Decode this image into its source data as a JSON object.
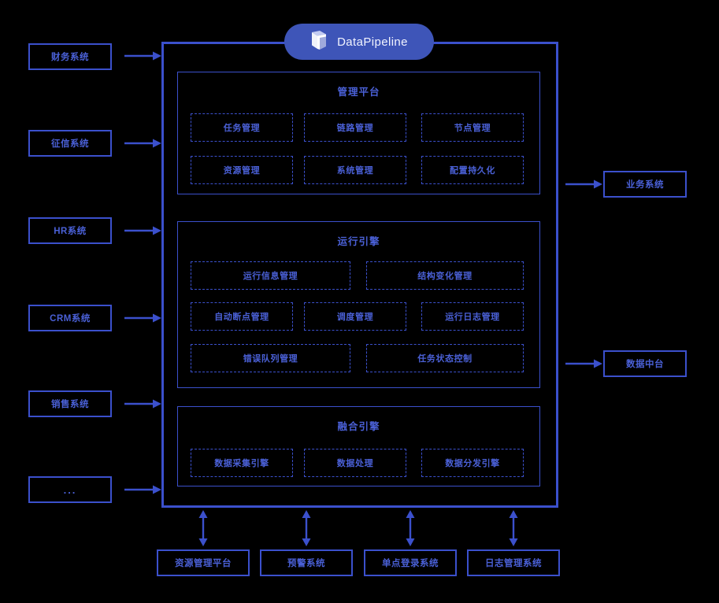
{
  "header": {
    "brand": "DataPipeline",
    "logo_icon": "pipeline-cube-icon",
    "accent_color": "#3e55b8"
  },
  "colors": {
    "line": "#3b50cc",
    "text": "#4a60d6",
    "background": "#000000",
    "pill": "#3e55b8"
  },
  "sources": {
    "title": "",
    "items": [
      {
        "label": "财务系统",
        "arrow": "arrow-right-icon"
      },
      {
        "label": "征信系统",
        "arrow": "arrow-right-icon"
      },
      {
        "label": "HR系统",
        "arrow": "arrow-right-icon"
      },
      {
        "label": "CRM系统",
        "arrow": "arrow-right-icon"
      },
      {
        "label": "销售系统",
        "arrow": "arrow-right-icon"
      },
      {
        "label": "...",
        "arrow": "arrow-right-icon"
      }
    ]
  },
  "targets": {
    "items": [
      {
        "label": "业务系统",
        "arrow": "arrow-right-icon"
      },
      {
        "label": "数据中台",
        "arrow": "arrow-right-icon"
      }
    ]
  },
  "supporting": {
    "items": [
      {
        "label": "资源管理平台",
        "arrow": "arrow-updown-icon"
      },
      {
        "label": "预警系统",
        "arrow": "arrow-updown-icon"
      },
      {
        "label": "单点登录系统",
        "arrow": "arrow-updown-icon"
      },
      {
        "label": "日志管理系统",
        "arrow": "arrow-updown-icon"
      }
    ]
  },
  "panels": [
    {
      "title": "管理平台",
      "rows": [
        [
          "任务管理",
          "链路管理",
          "节点管理"
        ],
        [
          "资源管理",
          "系统管理",
          "配置持久化"
        ]
      ]
    },
    {
      "title": "运行引擎",
      "rows": [
        [
          "运行信息管理",
          "结构变化管理"
        ],
        [
          "自动断点管理",
          "调度管理",
          "运行日志管理"
        ],
        [
          "错误队列管理",
          "任务状态控制"
        ]
      ]
    },
    {
      "title": "融合引擎",
      "rows": [
        [
          "数据采集引擎",
          "数据处理",
          "数据分发引擎"
        ]
      ]
    }
  ]
}
